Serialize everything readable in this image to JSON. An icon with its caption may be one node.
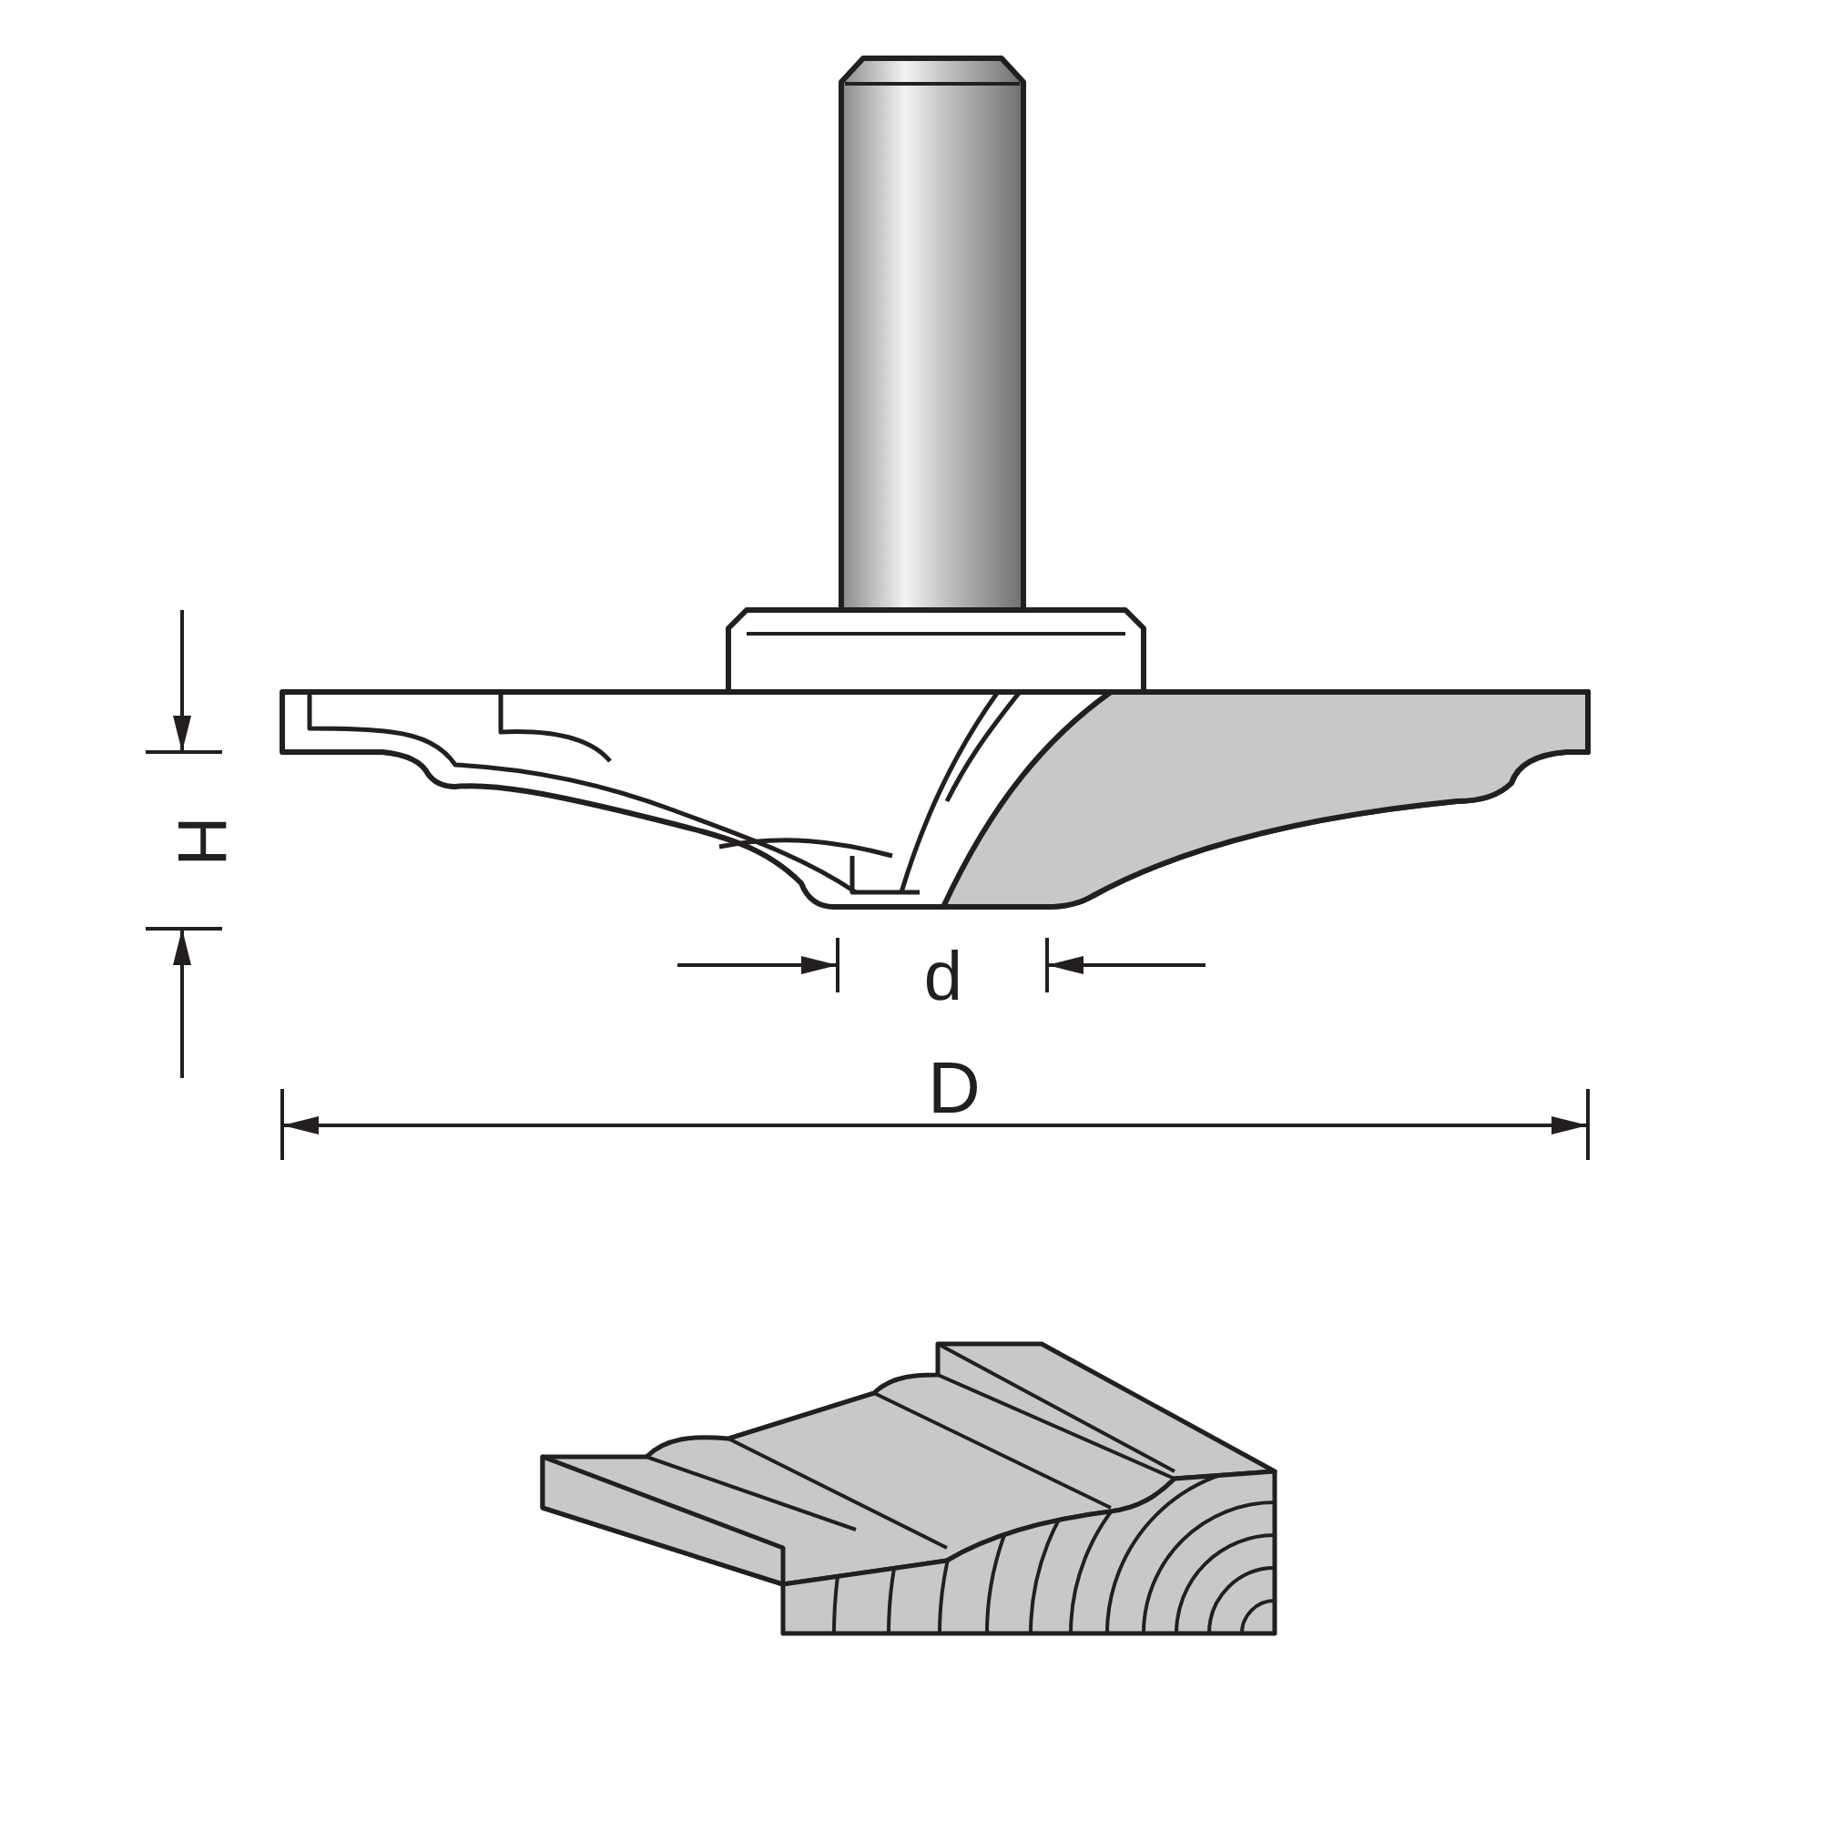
{
  "diagram": {
    "labels": [
      "H",
      "d",
      "D"
    ]
  }
}
